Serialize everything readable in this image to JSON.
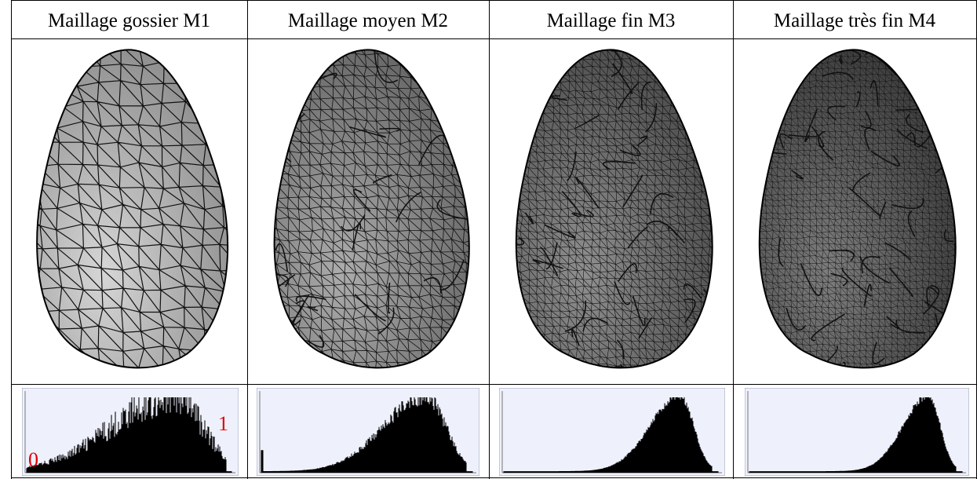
{
  "columns": [
    {
      "title": "Maillage gossier M1",
      "density": 1,
      "shade_dark": 0.15,
      "histogram_peak": 0.72,
      "histogram_spread": 0.3,
      "noise": 0.55,
      "show_labels": true
    },
    {
      "title": "Maillage moyen M2",
      "density": 2,
      "shade_dark": 0.45,
      "histogram_peak": 0.78,
      "histogram_spread": 0.2,
      "noise": 0.25,
      "show_labels": false
    },
    {
      "title": "Maillage fin M3",
      "density": 3,
      "shade_dark": 0.65,
      "histogram_peak": 0.82,
      "histogram_spread": 0.14,
      "noise": 0.12,
      "show_labels": false
    },
    {
      "title": "Maillage très fin M4",
      "density": 4,
      "shade_dark": 0.78,
      "histogram_peak": 0.84,
      "histogram_spread": 0.12,
      "noise": 0.1,
      "show_labels": false
    }
  ],
  "histogram_labels": {
    "low": "0",
    "high": "1"
  },
  "colors": {
    "histogram_bg": "#eef0fb",
    "histogram_bar": "#000000",
    "label_red": "#e00000",
    "mesh_line": "#111111"
  }
}
